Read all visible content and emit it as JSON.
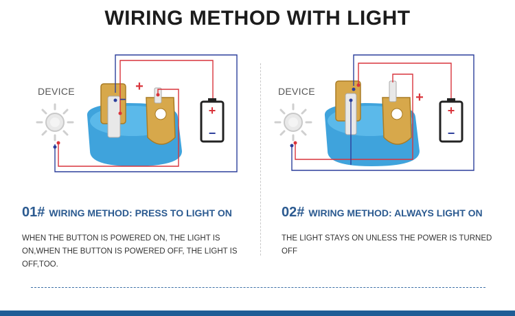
{
  "title": "WIRING METHOD WITH LIGHT",
  "colors": {
    "accent_blue": "#2b5a90",
    "wire_blue": "#2b3e9b",
    "wire_red": "#d9343b",
    "base_blue": "#3fa3dc",
    "brass": "#d7a84b",
    "bar": "#1f5d96"
  },
  "left": {
    "device_label": "DEVICE",
    "heading_number": "01#",
    "heading_text": "WIRING METHOD: PRESS TO LIGHT ON",
    "description": "WHEN THE BUTTON IS POWERED ON, THE LIGHT IS ON,WHEN THE BUTTON IS POWERED OFF, THE LIGHT IS OFF,TOO."
  },
  "right": {
    "device_label": "DEVICE",
    "heading_number": "02#",
    "heading_text": "WIRING METHOD: ALWAYS LIGHT ON",
    "description": "THE LIGHT STAYS ON UNLESS THE POWER IS TURNED OFF"
  },
  "symbols": {
    "plus": "+",
    "minus": "−"
  }
}
